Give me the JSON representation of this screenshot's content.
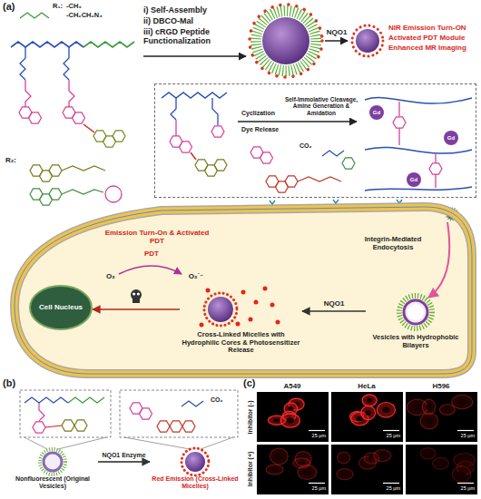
{
  "diagram": {
    "nodes": [
      {
        "text": [
          "Cyclization",
          "Dye Release",
          "Self-Immolative Cleavage, Amine Generation & Amidation"
        ]
      },
      {
        "text": [
          "Emission Turn-On & Activated PDT",
          "Integrin-Mediated Endocytosis"
        ]
      },
      {
        "text": [
          "Cell Nucleus"
        ],
        "in": 1
      },
      {
        "text": [
          "Cross-Linked Micelles with Hydrophilic Cores & Photosensitizer Release"
        ],
        "in": 1
      },
      {
        "text": [
          "Vesicles with Hydrophobic Bilayers"
        ],
        "in": 1
      },
      {
        "text": [
          "Nonfluorescent (Original Vesicles)"
        ]
      },
      {
        "text": [
          "Red Emission (Cross-Linked Micelles)"
        ]
      },
      {
        "text": [
          "25 μm"
        ]
      },
      {
        "text": [
          "25 μm"
        ]
      },
      {
        "text": [
          "25 μm"
        ]
      },
      {
        "text": [
          "25 μm"
        ]
      },
      {
        "text": [
          "25 μm"
        ]
      },
      {
        "text": [
          "25 μm"
        ]
      }
    ],
    "edges": [
      {
        "from": 4,
        "to": 3,
        "label": "NQO1",
        "arrow": "to"
      },
      {
        "from": 3,
        "to": 2,
        "arrow": "to"
      },
      {
        "from": 5,
        "to": 6,
        "label": "NQO1 Enzyme",
        "arrow": "to"
      }
    ],
    "labels": [
      "(a)",
      "R₁:",
      "-CH₃",
      "-CH₂CH₂N₃",
      "i) Self-Assembly",
      "ii) DBCO-Mal",
      "iii) cRGD Peptide Functionalization",
      "NQO1",
      "NIR Emission Turn-ON",
      "Activated PDT Module",
      "Enhanced MR Imaging",
      "R₂:",
      "CO₂",
      "Gd",
      "Gd",
      "Gd",
      "PDT",
      "O₂",
      "O₂˙⁻",
      "(b)",
      "CO₂",
      "(c)",
      "A549",
      "HeLa",
      "H596",
      "Inhibitor (-)",
      "Inhibitor (+)"
    ]
  }
}
